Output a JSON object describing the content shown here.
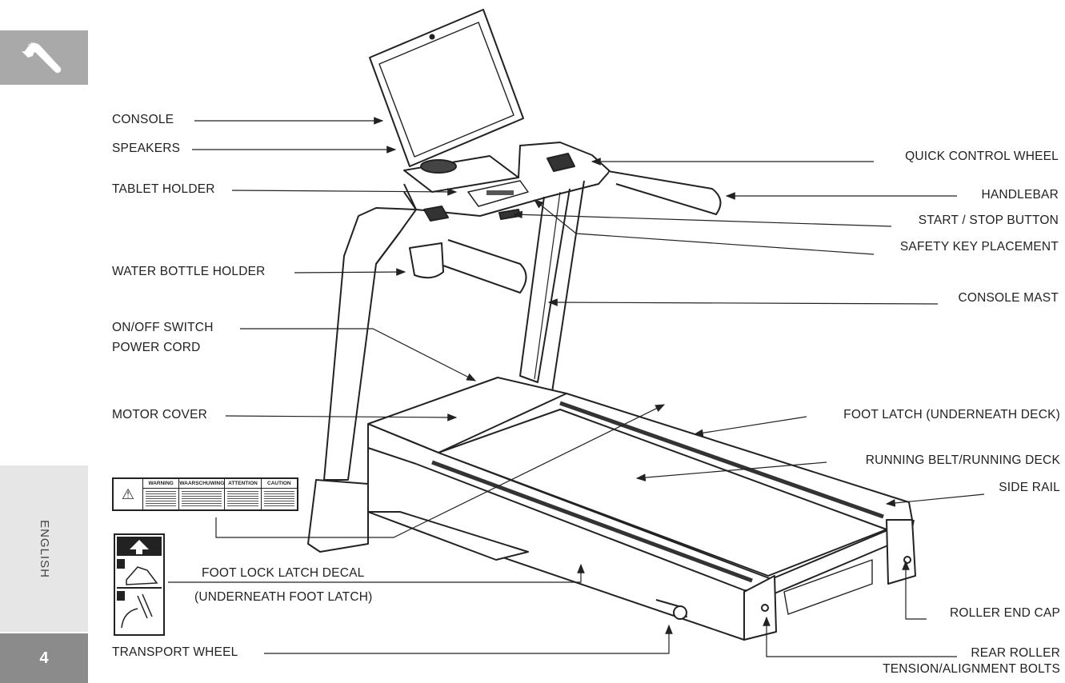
{
  "sidebar": {
    "tool_icon": "wrench-icon",
    "language": "ENGLISH",
    "page_number": "4"
  },
  "labels": {
    "console": "CONSOLE",
    "speakers": "SPEAKERS",
    "tablet_holder": "TABLET HOLDER",
    "water_bottle_holder": "WATER BOTTLE HOLDER",
    "on_off_switch": "ON/OFF SWITCH",
    "power_cord": "POWER CORD",
    "motor_cover": "MOTOR COVER",
    "foot_lock_latch_decal": "FOOT LOCK LATCH DECAL",
    "underneath_foot_latch": "(UNDERNEATH FOOT LATCH)",
    "transport_wheel": "TRANSPORT WHEEL",
    "quick_control_wheel": "QUICK CONTROL WHEEL",
    "handlebar": "HANDLEBAR",
    "start_stop_button": "START / STOP BUTTON",
    "safety_key_placement": "SAFETY KEY PLACEMENT",
    "console_mast": "CONSOLE MAST",
    "foot_latch": "FOOT LATCH (UNDERNEATH DECK)",
    "running_belt": "RUNNING BELT/RUNNING DECK",
    "side_rail": "SIDE RAIL",
    "roller_end_cap": "ROLLER END CAP",
    "rear_roller": "REAR ROLLER",
    "tension_bolts": "TENSION/ALIGNMENT BOLTS"
  },
  "warning_decal": {
    "headers": [
      "WARNING",
      "WAARSCHUWING",
      "ATTENTION",
      "CAUTION"
    ]
  }
}
